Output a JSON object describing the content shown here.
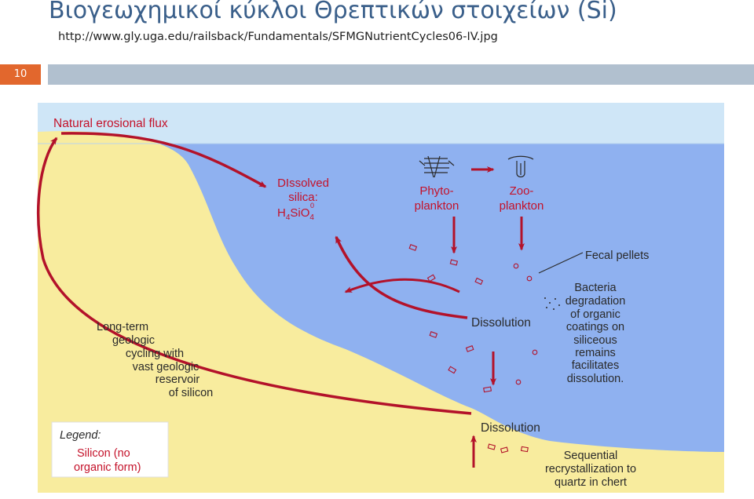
{
  "slide": {
    "title": "Βιογεωχημικοί κύκλοι Θρεπτικών στοιχείων (Si)",
    "source_url": "http://www.gly.uga.edu/railsback/Fundamentals/SFMGNutrientCycles06-IV.jpg",
    "slide_number": "10"
  },
  "diagram": {
    "flux_label": "Natural erosional flux",
    "dissolved": [
      "DIssolved",
      "silica:"
    ],
    "formula": {
      "h": "H",
      "h_sub": "4",
      "si": "SiO",
      "o_sub": "4",
      "o_sup": "0"
    },
    "phyto": [
      "Phyto-",
      "plankton"
    ],
    "zoo": [
      "Zoo-",
      "plankton"
    ],
    "fecal": "Fecal pellets",
    "bacteria": [
      "Bacteria",
      "degradation",
      "of organic",
      "coatings on",
      "siliceous",
      "remains",
      "facilitates",
      "dissolution."
    ],
    "dissolution_1": "Dissolution",
    "dissolution_2": "Dissolution",
    "long_term": [
      "Long-term",
      "geologic",
      "cycling with",
      "vast geologic",
      "reservoir",
      "of silicon"
    ],
    "legend_title": "Legend:",
    "legend_item": [
      "Silicon (no",
      "organic form)"
    ],
    "sequential": [
      "Sequential",
      "recrystallization to",
      "quartz in chert"
    ]
  },
  "colors": {
    "sky": "#cfe6f7",
    "ocean": "#8fb1f0",
    "land": "#f8ec9e",
    "arrow": "#b3122a",
    "label_red": "#c4122a",
    "text_dark": "#2a2a2a"
  }
}
